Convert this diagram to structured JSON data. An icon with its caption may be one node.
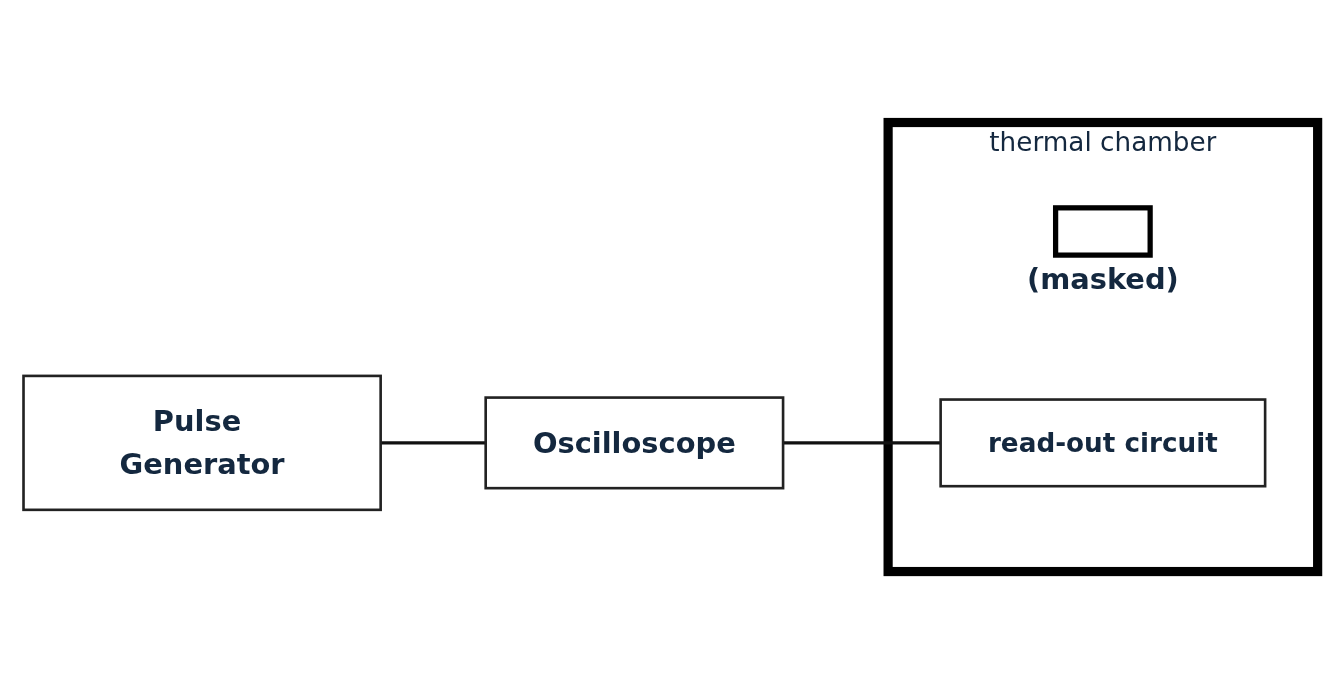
{
  "diagram": {
    "nodes": [
      {
        "text": [
          "Pulse Generator"
        ]
      },
      {
        "text": [
          "Oscilloscope"
        ]
      },
      {
        "text": [
          "thermal chamber"
        ]
      },
      {
        "text": [],
        "shape": "box",
        "in": 2,
        "beside": [
          "(masked)"
        ]
      },
      {
        "text": [
          "read-out circuit"
        ],
        "in": 2
      }
    ],
    "edges": [
      {
        "from": 0,
        "to": 1,
        "arrow": "none"
      },
      {
        "from": 1,
        "to": 4,
        "arrow": "none"
      }
    ]
  }
}
